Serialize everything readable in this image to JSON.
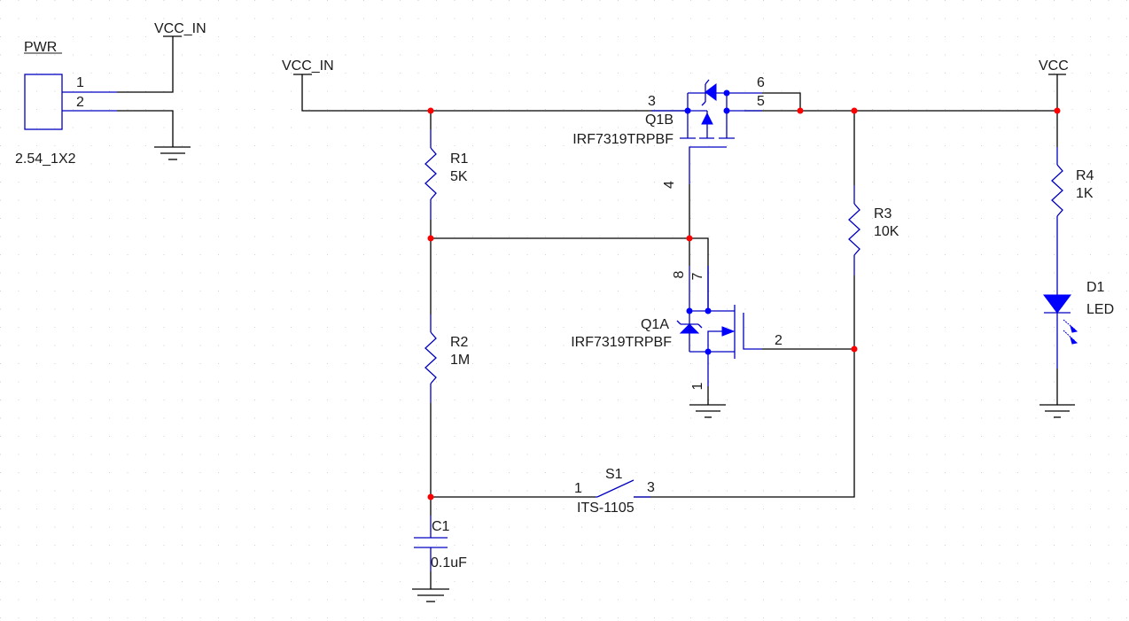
{
  "diagram": {
    "type": "schematic",
    "colors": {
      "wire": "#000000",
      "part_body": "#0000c0",
      "junction": "#ff0000",
      "pin_junction": "#0000ff",
      "grid_dot": "#c8d4dc"
    },
    "power_labels": {
      "vcc_in_connector": "VCC_IN",
      "vcc_in_main": "VCC_IN",
      "vcc_out": "VCC"
    },
    "components": {
      "pwr": {
        "ref": "PWR",
        "value": "2.54_1X2",
        "pins": [
          "1",
          "2"
        ]
      },
      "r1": {
        "ref": "R1",
        "value": "5K"
      },
      "r2": {
        "ref": "R2",
        "value": "1M"
      },
      "r3": {
        "ref": "R3",
        "value": "10K"
      },
      "r4": {
        "ref": "R4",
        "value": "1K"
      },
      "c1": {
        "ref": "C1",
        "value": "0.1uF"
      },
      "d1": {
        "ref": "D1",
        "value": "LED"
      },
      "s1": {
        "ref": "S1",
        "value": "ITS-1105",
        "pins": [
          "1",
          "3"
        ]
      },
      "q1b": {
        "ref": "Q1B",
        "value": "IRF7319TRPBF",
        "pins": [
          "3",
          "6",
          "5",
          "4"
        ]
      },
      "q1a": {
        "ref": "Q1A",
        "value": "IRF7319TRPBF",
        "pins": [
          "8",
          "7",
          "2",
          "1"
        ]
      }
    }
  }
}
